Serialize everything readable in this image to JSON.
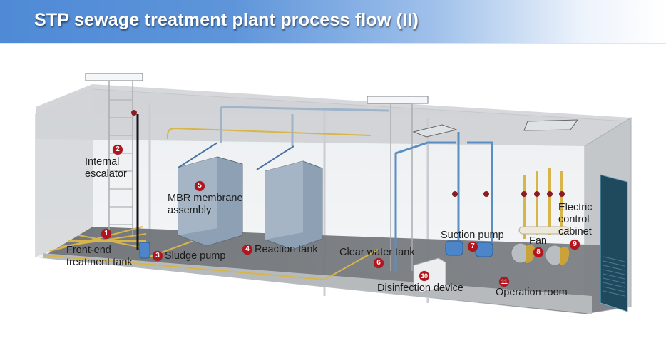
{
  "header": {
    "title": "STP sewage treatment plant process flow (II)"
  },
  "colors": {
    "header_gradient_start": "#4f8ad6",
    "header_gradient_end": "#ffffff",
    "badge": "#b3151f",
    "yellow_pipe": "#d8b54a",
    "blue_pipe": "#5b8fc4",
    "door": "#1f4a5e"
  },
  "components": [
    {
      "number": "1",
      "label_lines": [
        "Front-end",
        "treatment tank"
      ]
    },
    {
      "number": "2",
      "label_lines": [
        "Internal",
        "escalator"
      ]
    },
    {
      "number": "3",
      "label_lines": [
        "Sludge pump"
      ]
    },
    {
      "number": "4",
      "label_lines": [
        "Reaction tank"
      ]
    },
    {
      "number": "5",
      "label_lines": [
        "MBR membrane",
        "assembly"
      ]
    },
    {
      "number": "6",
      "label_lines": [
        "Clear water tank"
      ]
    },
    {
      "number": "7",
      "label_lines": [
        "Suction pump"
      ]
    },
    {
      "number": "8",
      "label_lines": [
        "Fan"
      ]
    },
    {
      "number": "9",
      "label_lines": [
        "Electric",
        "control",
        "cabinet"
      ]
    },
    {
      "number": "10",
      "label_lines": [
        "Disinfection device"
      ]
    },
    {
      "number": "11",
      "label_lines": [
        "Operation room"
      ]
    }
  ]
}
